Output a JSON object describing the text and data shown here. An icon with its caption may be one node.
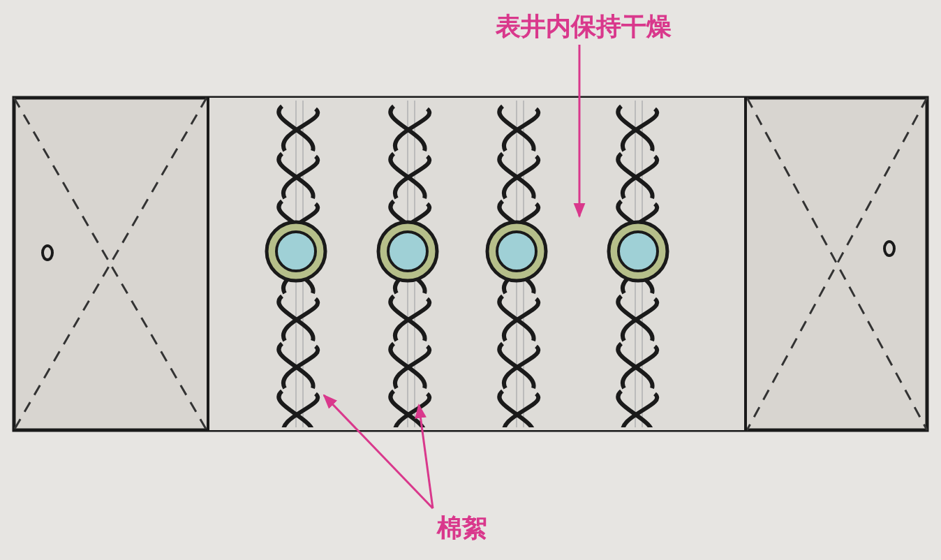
{
  "diagram": {
    "nodes": [
      {
        "text": [
          "表井内保持干燥"
        ]
      },
      {
        "text": [],
        "shape": "box"
      },
      {
        "text": [],
        "shape": "picture",
        "in": 1
      },
      {
        "text": [],
        "shape": "picture",
        "in": 1
      },
      {
        "text": [],
        "shape": "picture",
        "in": 1
      },
      {
        "text": [],
        "shape": "picture",
        "in": 1
      },
      {
        "text": [
          "棉絮"
        ]
      }
    ],
    "edges": [
      {
        "from": 0,
        "to": 1,
        "arrow": "to"
      },
      {
        "from": 6,
        "to": 2,
        "arrow": "to"
      },
      {
        "from": 6,
        "to": 3,
        "arrow": "to"
      }
    ]
  }
}
